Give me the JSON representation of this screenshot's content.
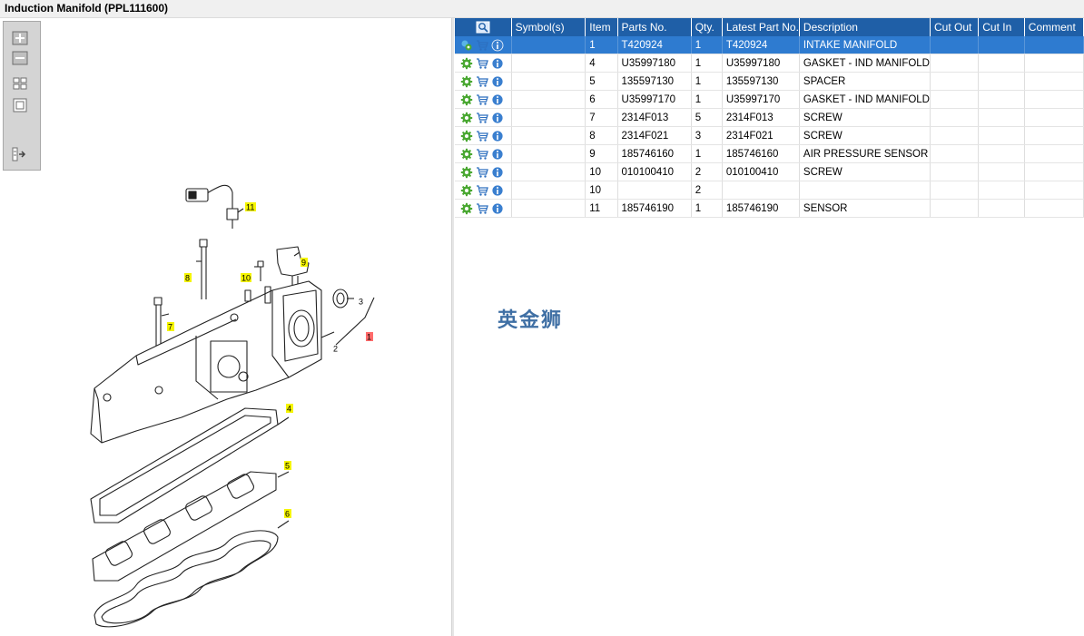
{
  "window": {
    "title": "Induction Manifold (PPL111600)"
  },
  "toolbar": {
    "buttons": [
      {
        "name": "zoom-in",
        "icon": "zoom-in-icon"
      },
      {
        "name": "zoom-out",
        "icon": "zoom-out-icon"
      },
      {
        "name": "fit-all",
        "icon": "fit-grid-icon"
      },
      {
        "name": "actual-size",
        "icon": "square-icon"
      },
      {
        "name": "toggle-list",
        "icon": "list-export-icon"
      }
    ]
  },
  "diagram": {
    "callouts": [
      {
        "id": "11",
        "label": "11",
        "highlight": "#f5f500"
      },
      {
        "id": "9",
        "label": "9",
        "highlight": "#f5f500"
      },
      {
        "id": "8",
        "label": "8",
        "highlight": "#f5f500"
      },
      {
        "id": "10",
        "label": "10",
        "highlight": "#f5f500"
      },
      {
        "id": "7",
        "label": "7",
        "highlight": "#f5f500"
      },
      {
        "id": "3",
        "label": "3",
        "highlight": "none"
      },
      {
        "id": "2",
        "label": "2",
        "highlight": "none"
      },
      {
        "id": "1",
        "label": "1",
        "highlight": "#ff6b6b"
      },
      {
        "id": "4",
        "label": "4",
        "highlight": "#f5f500"
      },
      {
        "id": "5",
        "label": "5",
        "highlight": "#f5f500"
      },
      {
        "id": "6",
        "label": "6",
        "highlight": "#f5f500"
      }
    ]
  },
  "table": {
    "headers": {
      "icons": "search-icon",
      "symbols": "Symbol(s)",
      "item": "Item",
      "parts_no": "Parts No.",
      "qty": "Qty.",
      "latest": "Latest Part No.",
      "description": "Description",
      "cut_out": "Cut Out",
      "cut_in": "Cut In",
      "comment": "Comment"
    },
    "rows": [
      {
        "item": "1",
        "parts_no": "T420924",
        "qty": "1",
        "latest": "T420924",
        "description": "INTAKE MANIFOLD",
        "cut_out": "",
        "cut_in": "",
        "comment": ""
      },
      {
        "item": "4",
        "parts_no": "U35997180",
        "qty": "1",
        "latest": "U35997180",
        "description": "GASKET - IND MANIFOLD",
        "cut_out": "",
        "cut_in": "",
        "comment": ""
      },
      {
        "item": "5",
        "parts_no": "135597130",
        "qty": "1",
        "latest": "135597130",
        "description": "SPACER",
        "cut_out": "",
        "cut_in": "",
        "comment": ""
      },
      {
        "item": "6",
        "parts_no": "U35997170",
        "qty": "1",
        "latest": "U35997170",
        "description": "GASKET - IND MANIFOLD",
        "cut_out": "",
        "cut_in": "",
        "comment": ""
      },
      {
        "item": "7",
        "parts_no": "2314F013",
        "qty": "5",
        "latest": "2314F013",
        "description": "SCREW",
        "cut_out": "",
        "cut_in": "",
        "comment": ""
      },
      {
        "item": "8",
        "parts_no": "2314F021",
        "qty": "3",
        "latest": "2314F021",
        "description": "SCREW",
        "cut_out": "",
        "cut_in": "",
        "comment": ""
      },
      {
        "item": "9",
        "parts_no": "185746160",
        "qty": "1",
        "latest": "185746160",
        "description": "AIR PRESSURE SENSOR",
        "cut_out": "",
        "cut_in": "",
        "comment": ""
      },
      {
        "item": "10",
        "parts_no": "010100410",
        "qty": "2",
        "latest": "010100410",
        "description": "SCREW",
        "cut_out": "",
        "cut_in": "",
        "comment": ""
      },
      {
        "item": "10",
        "parts_no": "",
        "qty": "2",
        "latest": "",
        "description": "",
        "cut_out": "",
        "cut_in": "",
        "comment": ""
      },
      {
        "item": "11",
        "parts_no": "185746190",
        "qty": "1",
        "latest": "185746190",
        "description": "SENSOR",
        "cut_out": "",
        "cut_in": "",
        "comment": ""
      }
    ]
  },
  "watermark": {
    "text": "英金狮"
  },
  "colors": {
    "header_bg": "#1f5fa7",
    "selected_bg": "#2e7bd0",
    "cart": "#2d6fbf",
    "info": "#3a7fcf",
    "gear": "#4aa832",
    "callout_yellow": "#f5f500",
    "callout_red": "#ff6b6b"
  }
}
